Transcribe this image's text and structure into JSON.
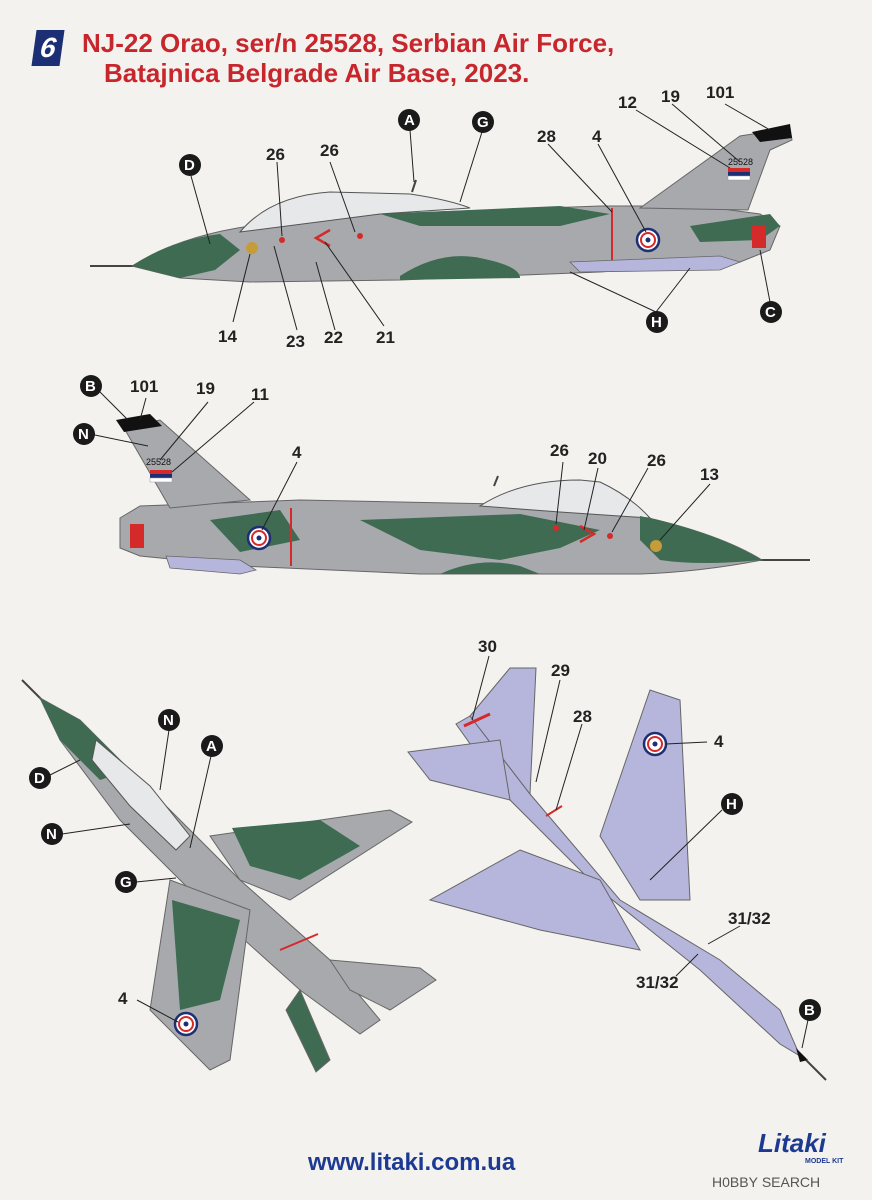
{
  "header": {
    "profile_number": "6",
    "title_line1": "NJ-22 Orao, ser/n 25528, Serbian Air Force,",
    "title_line2": "Batajnica Belgrade Air Base, 2023."
  },
  "aircraft": {
    "serial_number": "25528"
  },
  "callouts_left_view": {
    "numbers": [
      "26",
      "26",
      "12",
      "19",
      "101",
      "28",
      "4",
      "14",
      "23",
      "22",
      "21"
    ],
    "letters": [
      "A",
      "G",
      "D",
      "C",
      "H"
    ]
  },
  "callouts_right_view": {
    "numbers": [
      "101",
      "19",
      "11",
      "4",
      "26",
      "20",
      "26",
      "13"
    ],
    "letters": [
      "B",
      "N"
    ]
  },
  "callouts_top_view": {
    "numbers": [
      "4"
    ],
    "letters": [
      "N",
      "A",
      "D",
      "N",
      "G"
    ]
  },
  "callouts_bottom_view": {
    "numbers": [
      "30",
      "29",
      "28",
      "4",
      "31/32",
      "31/32"
    ],
    "letters": [
      "H",
      "B"
    ]
  },
  "footer": {
    "website": "www.litaki.com.ua",
    "brand_logo": "Litaki",
    "brand_sub": "MODEL KIT",
    "watermark_hobby": "H0BBY",
    "watermark_search": "SEARCH"
  },
  "colors": {
    "title_red": "#c8262d",
    "badge_blue": "#1d2f74",
    "camo_grey": "#a7a9ad",
    "camo_green": "#3e6b52",
    "underside_lavender": "#b6b6dc",
    "marking_red": "#d42a2a",
    "url_blue": "#1d3a92"
  }
}
